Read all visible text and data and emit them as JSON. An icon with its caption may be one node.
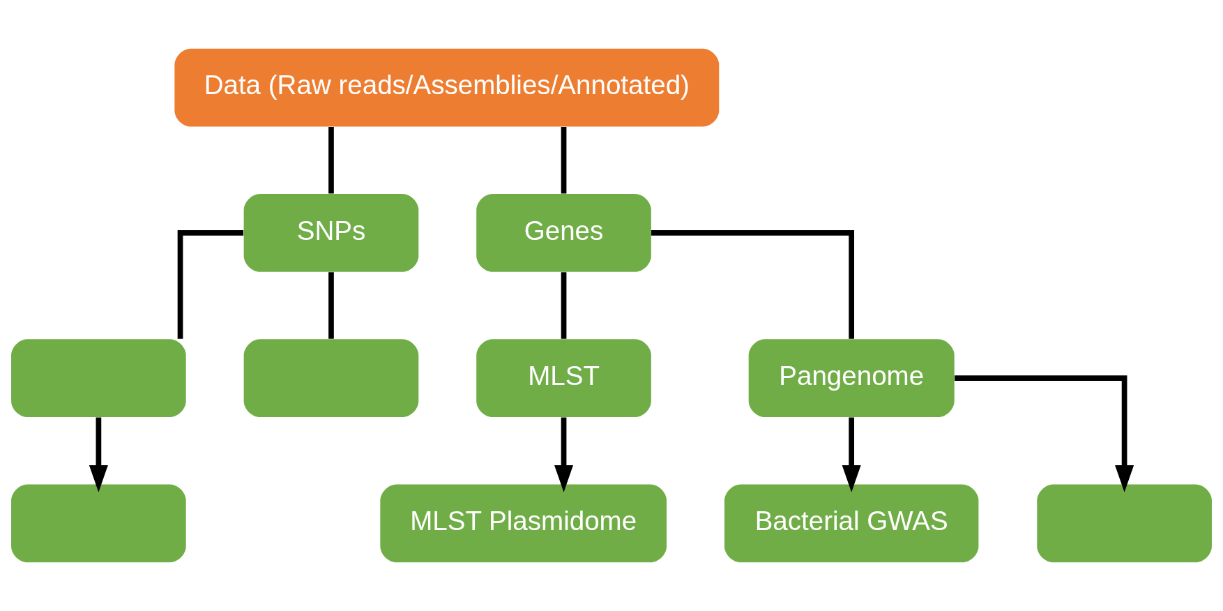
{
  "diagram": {
    "nodes": [
      {
        "text": [
          "Data (Raw reads/Assemblies/Annotated)"
        ]
      },
      {
        "text": [
          "SNPs"
        ]
      },
      {
        "text": [
          "Genes"
        ]
      },
      {
        "text": [],
        "shape": "box"
      },
      {
        "text": [],
        "shape": "box"
      },
      {
        "text": [
          "MLST"
        ]
      },
      {
        "text": [
          "Pangenome"
        ]
      },
      {
        "text": [],
        "shape": "box"
      },
      {
        "text": [
          "MLST Plasmidome"
        ]
      },
      {
        "text": [
          "Bacterial GWAS"
        ]
      },
      {
        "text": [],
        "shape": "box"
      }
    ],
    "edges": [
      {
        "from": 0,
        "to": 1,
        "arrow": "none"
      },
      {
        "from": 0,
        "to": 2,
        "arrow": "none"
      },
      {
        "from": 1,
        "to": 3,
        "arrow": "none"
      },
      {
        "from": 1,
        "to": 4,
        "arrow": "none"
      },
      {
        "from": 2,
        "to": 5,
        "arrow": "none"
      },
      {
        "from": 2,
        "to": 6,
        "arrow": "none"
      },
      {
        "from": 3,
        "to": 7,
        "arrow": "to"
      },
      {
        "from": 5,
        "to": 8,
        "arrow": "to"
      },
      {
        "from": 6,
        "to": 9,
        "arrow": "to"
      },
      {
        "from": 6,
        "to": 10,
        "arrow": "to"
      }
    ]
  }
}
